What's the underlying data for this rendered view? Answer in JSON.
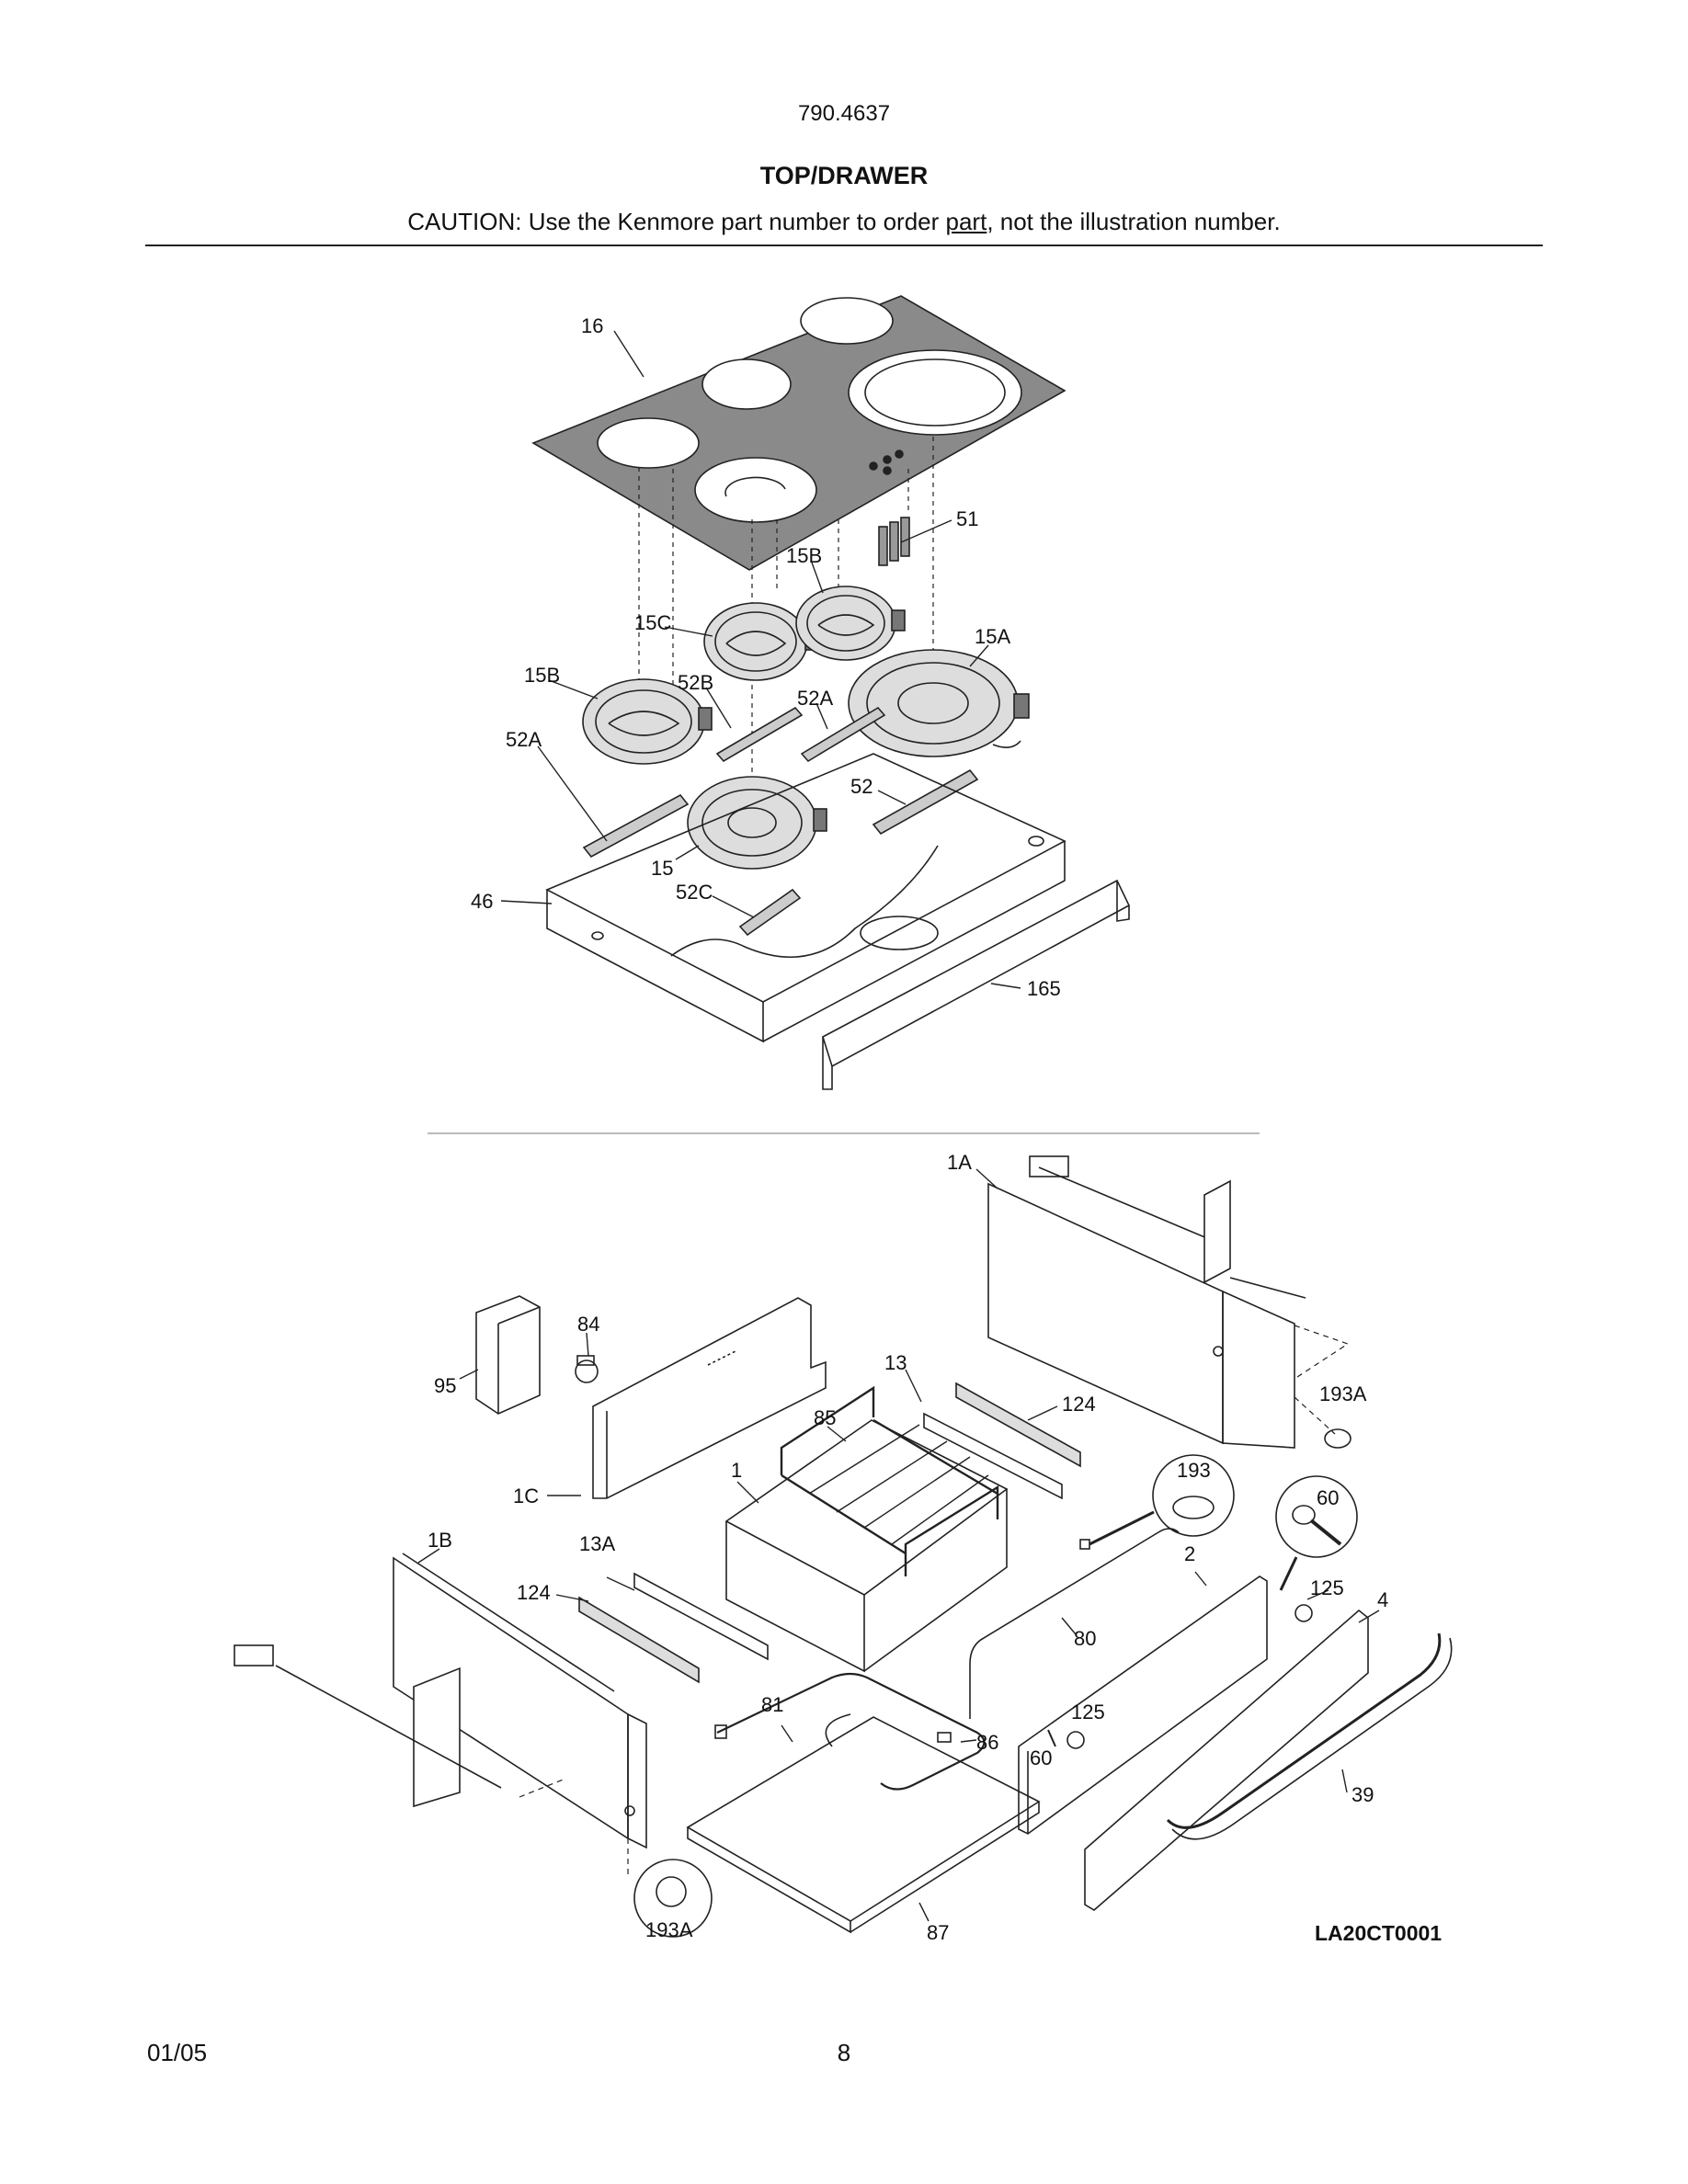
{
  "header": {
    "model": "790.4637",
    "title": "TOP/DRAWER",
    "caution_before": "CAUTION: Use the Kenmore part number to order ",
    "caution_link": "part",
    "caution_after": ", not the illustration number."
  },
  "diagram_code": "LA20CT0001",
  "footer": {
    "date": "01/05",
    "page": "8"
  },
  "top_callouts": {
    "c16": "16",
    "c51": "51",
    "c15b_top": "15B",
    "c15c": "15C",
    "c15a": "15A",
    "c15b_left": "15B",
    "c52b": "52B",
    "c52a_mid": "52A",
    "c52a_left": "52A",
    "c52": "52",
    "c15": "15",
    "c52c": "52C",
    "c46": "46",
    "c165": "165"
  },
  "bottom_callouts": {
    "c1a": "1A",
    "c84": "84",
    "c95": "95",
    "c13": "13",
    "c124_right": "124",
    "c85": "85",
    "c193a_right": "193A",
    "c193": "193",
    "c60_circle": "60",
    "c1": "1",
    "c1c": "1C",
    "c1b": "1B",
    "c13a": "13A",
    "c124_left": "124",
    "c2": "2",
    "c125_right": "125",
    "c4": "4",
    "c80": "80",
    "c81": "81",
    "c125_left": "125",
    "c86": "86",
    "c60": "60",
    "c39": "39",
    "c193a_left": "193A",
    "c87": "87"
  },
  "colors": {
    "glass_top": "#8a8a8a",
    "line": "#222222",
    "background": "#ffffff"
  }
}
